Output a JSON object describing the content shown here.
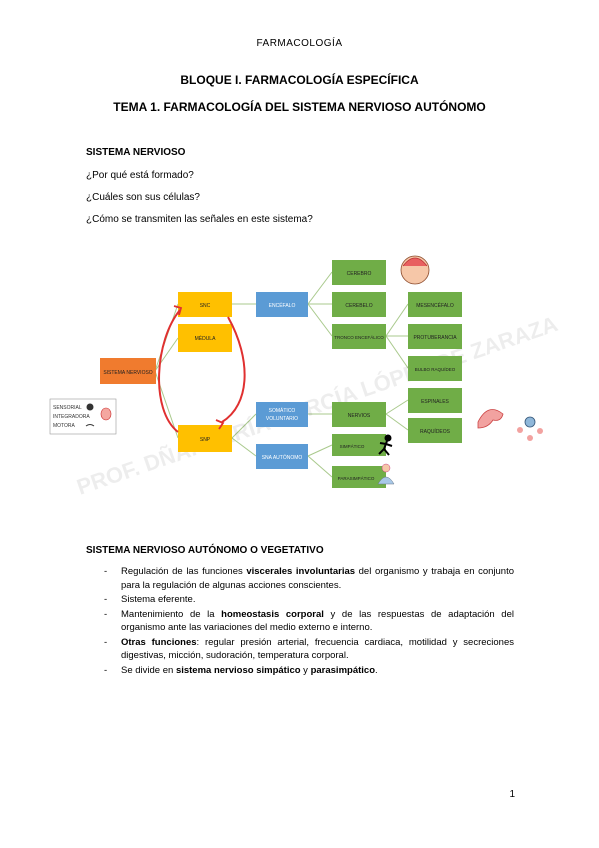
{
  "header": "FARMACOLOGÍA",
  "title_block": "BLOQUE I. FARMACOLOGÍA ESPECÍFICA",
  "title_tema": "TEMA 1. FARMACOLOGÍA DEL SISTEMA NERVIOSO AUTÓNOMO",
  "section1": {
    "heading": "SISTEMA NERVIOSO",
    "questions": [
      "¿Por qué está formado?",
      "¿Cuáles son sus células?",
      "¿Cómo se transmiten las señales en este sistema?"
    ]
  },
  "diagram": {
    "sensorial_box": [
      "SENSORIAL",
      "INTEGRADORA",
      "MOTORA"
    ],
    "sistema_nervioso": "SISTEMA NERVIOSO",
    "snc": "SNC",
    "medula": "MÉDULA",
    "snp": "SNP",
    "encefalo": "ENCÉFALO",
    "somatico_line1": "SOMÁTICO",
    "somatico_line2": "VOLUNTARIO",
    "sna": "SNA AUTÓNOMO",
    "cerebro": "CEREBRO",
    "cerebelo": "CEREBELO",
    "tronco": "TRONCO ENCEFÁLICO",
    "nervios": "NERVIOS",
    "simpatico": "SIMPÁTICO",
    "parasimpatico": "PARASIMPÁTICO",
    "mesencefalo": "MESENCÉFALO",
    "protuberancia": "PROTUBERANCIA",
    "bulbo": "BULBO RAQUÍDEO",
    "espinales": "ESPINALES",
    "raquideos": "RAQUÍDEOS",
    "watermark": "PROF. DÑA. MARÍA GARCÍA LÓPEZ DE ZARAZA",
    "colors": {
      "orange": "#F07B2E",
      "yellow": "#FFC000",
      "blue": "#5B9BD5",
      "green": "#70AD47",
      "arrow": "#E03030"
    }
  },
  "section2": {
    "heading": "SISTEMA NERVIOSO AUTÓNOMO O VEGETATIVO",
    "bullets": [
      {
        "p1": "Regulación de las funciones ",
        "b1": "viscerales involuntarias",
        "p2": " del organismo y trabaja en conjunto para la regulación de algunas acciones conscientes."
      },
      {
        "p1": "Sistema eferente.",
        "b1": "",
        "p2": ""
      },
      {
        "p1": "Mantenimiento de la ",
        "b1": "homeostasis corporal",
        "p2": " y de las respuestas de adaptación del organismo ante las variaciones del medio externo e interno."
      },
      {
        "p1": "",
        "b1": "Otras funciones",
        "p2": ": regular presión arterial, frecuencia cardiaca, motilidad y secreciones digestivas, micción, sudoración, temperatura corporal."
      },
      {
        "p1": "Se divide en ",
        "b1": "sistema nervioso simpático",
        "p2": " y ",
        "b2": "parasimpático",
        "p3": "."
      }
    ]
  },
  "page_number": "1"
}
